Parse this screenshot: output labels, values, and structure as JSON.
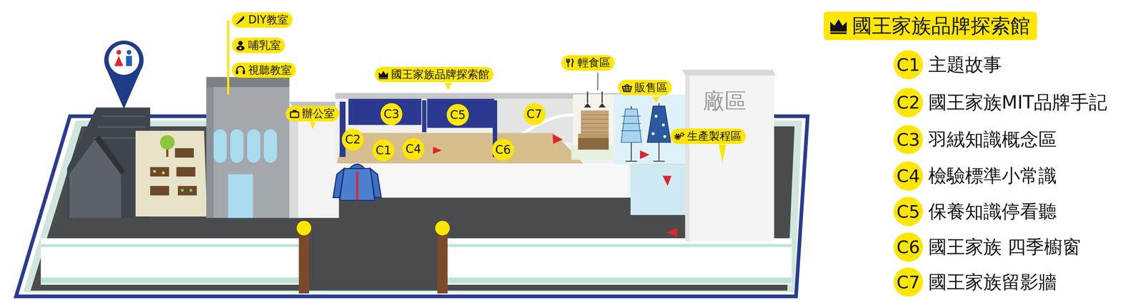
{
  "diagram": {
    "nodes": [
      {
        "text": [
          "DIY教室"
        ]
      },
      {
        "text": [
          "哺乳室"
        ]
      },
      {
        "text": [
          "視聽教室"
        ]
      },
      {
        "text": [
          "國王家族品牌探索館"
        ]
      },
      {
        "text": [
          "辦公室"
        ]
      },
      {
        "text": [
          "輕食區"
        ]
      },
      {
        "text": [
          "販售區"
        ]
      },
      {
        "text": [
          "生產製程區"
        ]
      },
      {
        "text": [
          "廠區"
        ]
      },
      {
        "text": [
          "C3"
        ]
      },
      {
        "text": [
          "C5"
        ]
      },
      {
        "text": [
          "C7"
        ]
      },
      {
        "text": [
          "C2"
        ]
      },
      {
        "text": [
          "C1"
        ]
      },
      {
        "text": [
          "C4"
        ]
      },
      {
        "text": [
          "C6"
        ]
      },
      {
        "text": [
          "國王家族品牌探索館"
        ]
      },
      {
        "text": [
          "C1",
          "主題故事"
        ]
      },
      {
        "text": [
          "C2",
          "國王家族MIT品牌手記"
        ]
      },
      {
        "text": [
          "C3",
          "羽絨知識概念區"
        ]
      },
      {
        "text": [
          "C4",
          "檢驗標準小常識"
        ]
      },
      {
        "text": [
          "C5",
          "保養知識停看聽"
        ]
      },
      {
        "text": [
          "C6",
          "國王家族 四季櫥窗"
        ]
      },
      {
        "text": [
          "C7",
          "國王家族留影牆"
        ]
      }
    ]
  }
}
